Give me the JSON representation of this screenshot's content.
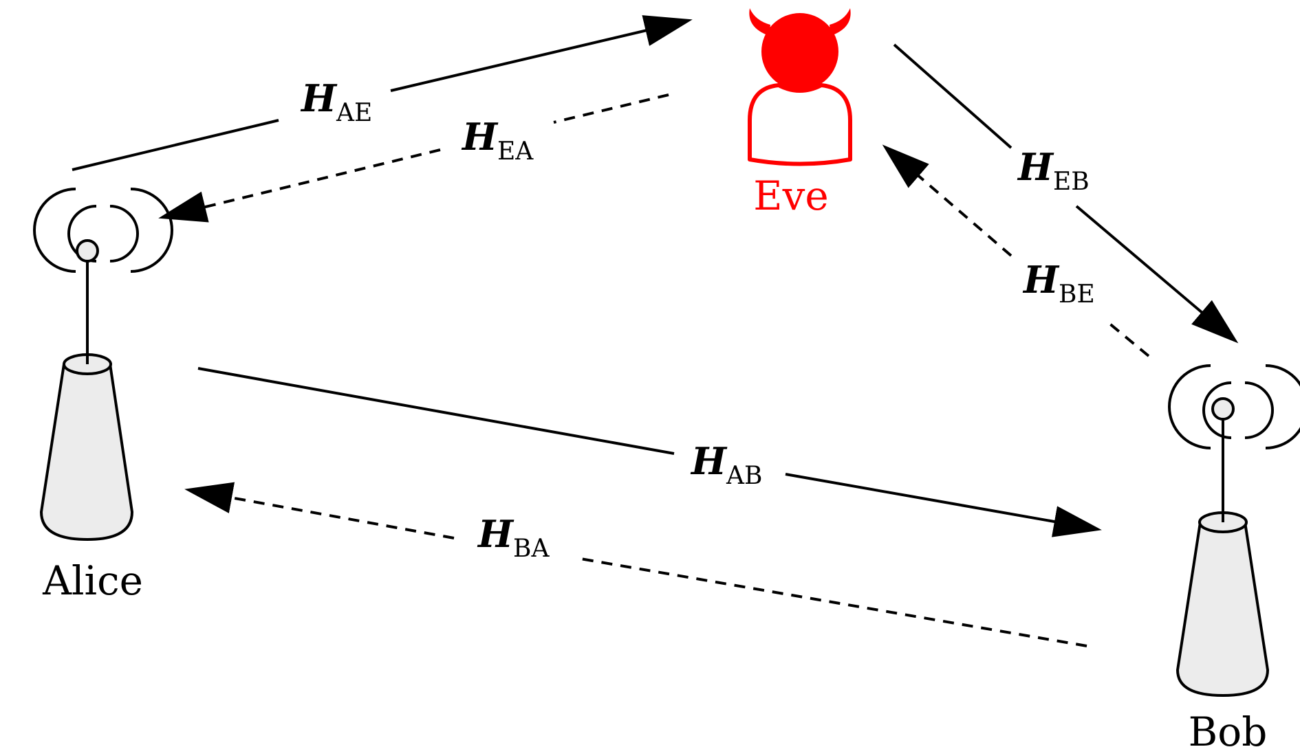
{
  "nodes": {
    "alice": {
      "label": "Alice"
    },
    "bob": {
      "label": "Bob"
    },
    "eve": {
      "label": "Eve"
    }
  },
  "channels": {
    "ae": {
      "main": "H",
      "sub": "AE"
    },
    "ea": {
      "main": "H",
      "sub": "EA"
    },
    "eb": {
      "main": "H",
      "sub": "EB"
    },
    "be": {
      "main": "H",
      "sub": "BE"
    },
    "ab": {
      "main": "H",
      "sub": "AB"
    },
    "ba": {
      "main": "H",
      "sub": "BA"
    }
  },
  "colors": {
    "ink": "#000000",
    "eve": "#ff0000",
    "antenna_fill": "#ececec",
    "background": "#ffffff"
  },
  "icons": {
    "alice": "antenna-tower-icon",
    "bob": "antenna-tower-icon",
    "eve": "devil-user-icon"
  }
}
